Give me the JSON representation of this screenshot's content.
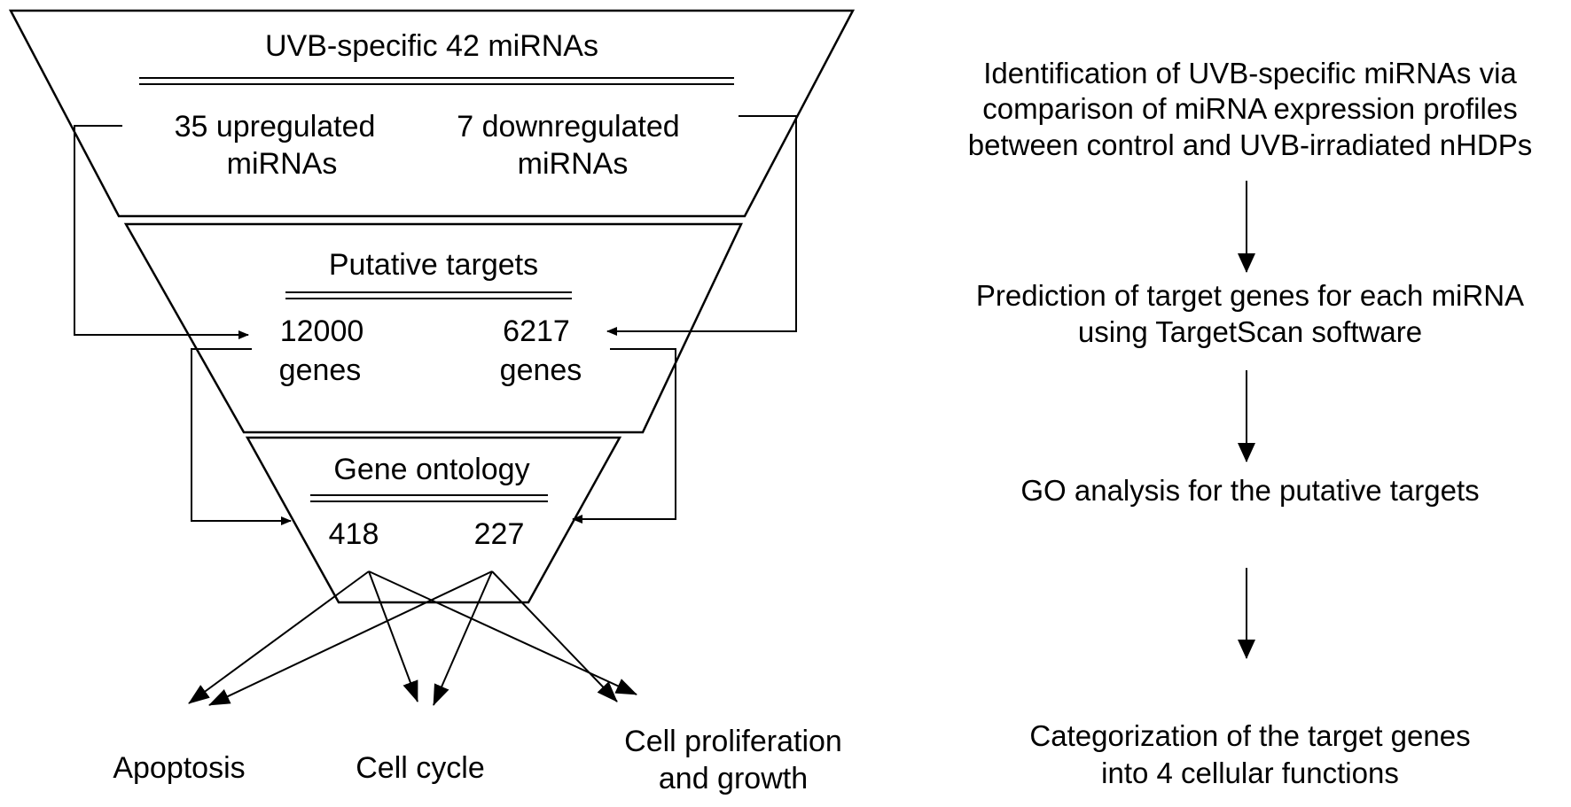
{
  "funnel": {
    "level1": {
      "title": "UVB-specific 42 miRNAs",
      "left_line1": "35 upregulated",
      "left_line2": "miRNAs",
      "right_line1": "7 downregulated",
      "right_line2": "miRNAs"
    },
    "level2": {
      "title": "Putative targets",
      "left_line1": "12000",
      "left_line2": "genes",
      "right_line1": "6217",
      "right_line2": "genes"
    },
    "level3": {
      "title": "Gene ontology",
      "left_value": "418",
      "right_value": "227"
    }
  },
  "outcomes": {
    "apoptosis": "Apoptosis",
    "cell_cycle": "Cell cycle",
    "proliferation_line1": "Cell proliferation",
    "proliferation_line2": "and growth"
  },
  "steps": [
    {
      "line1": "Identification of UVB-specific miRNAs via",
      "line2": "comparison of miRNA expression profiles",
      "line3": "between control and UVB-irradiated nHDPs"
    },
    {
      "line1": "Prediction of target genes for each miRNA",
      "line2": "using TargetScan software"
    },
    {
      "line1": "GO analysis for the putative targets"
    },
    {
      "line1": "Categorization of the target genes",
      "line2": "into 4 cellular functions"
    }
  ]
}
